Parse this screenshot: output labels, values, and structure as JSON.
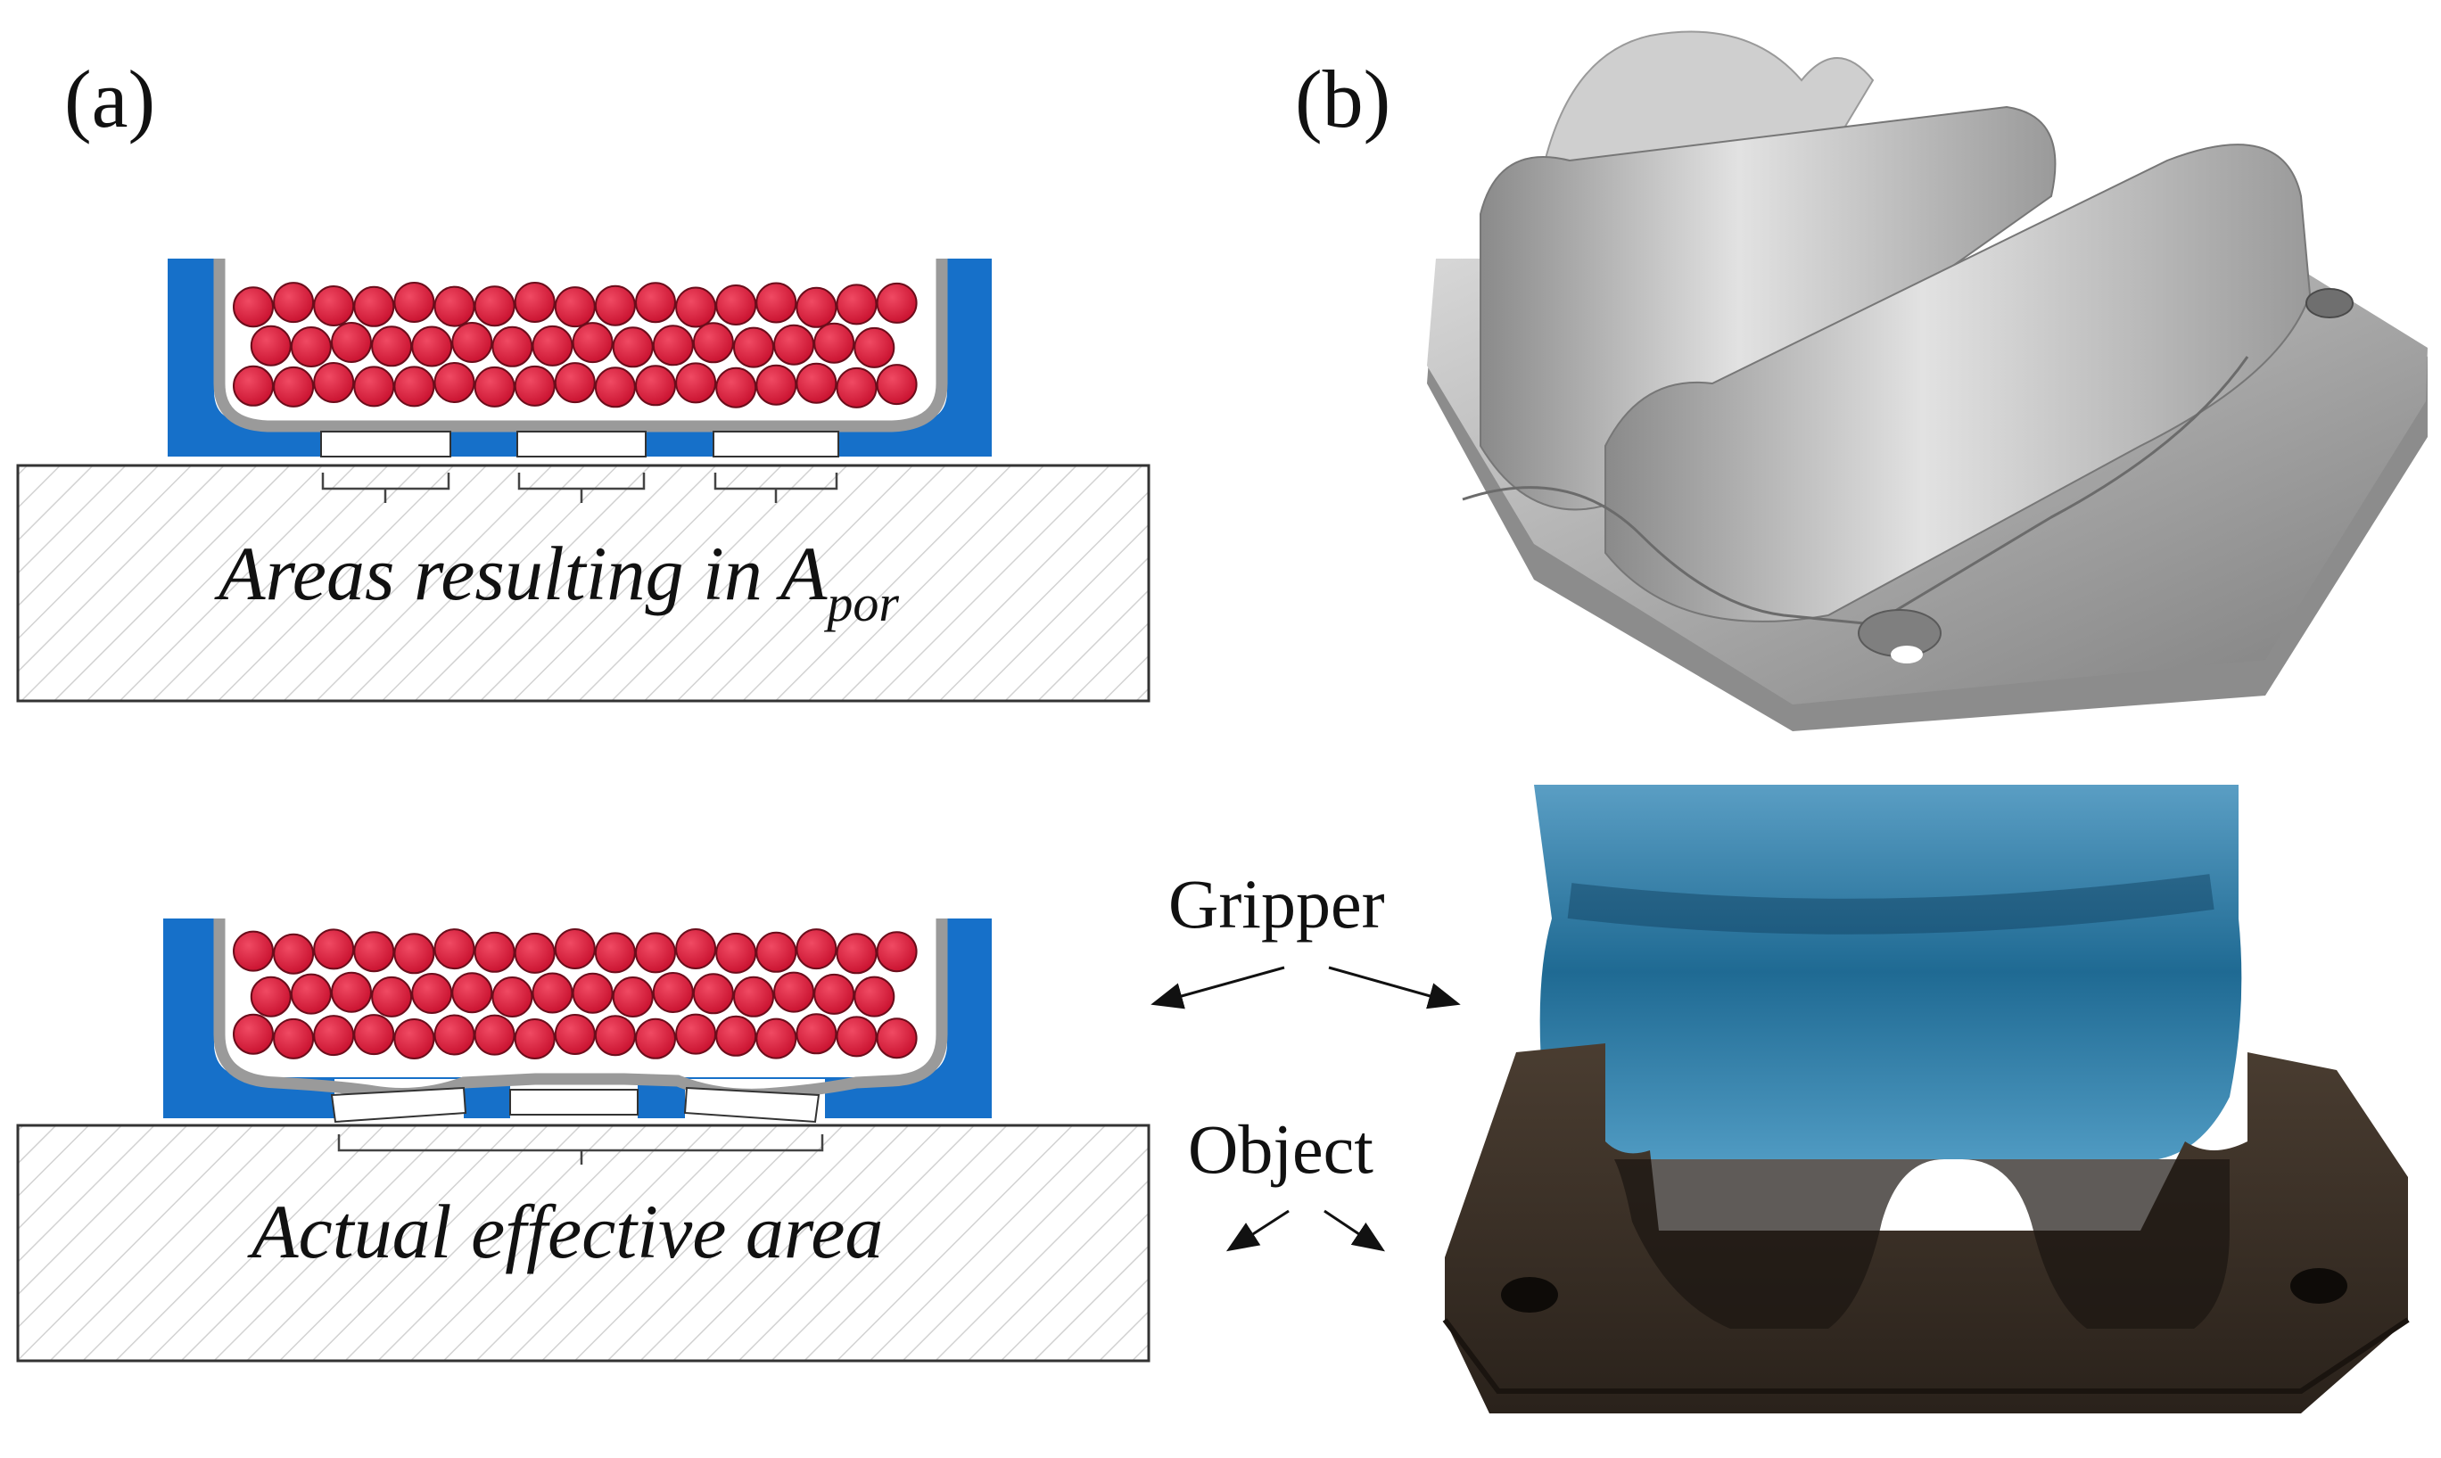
{
  "panels": {
    "a": {
      "label": "(a)",
      "top_caption": {
        "main": "Areas resulting in A",
        "subscript": "por"
      },
      "bottom_caption": "Actual effective area"
    },
    "b": {
      "label": "(b)",
      "gripper_label": "Gripper",
      "object_label": "Object"
    }
  },
  "colors": {
    "shell": "#1670c9",
    "particle": "#d81b3c",
    "membrane": "#9a9a9a",
    "substrate_hatch": "#d6d6d6",
    "cad_grey": "#a8a8a8",
    "gripper_blue": "#2f7fa8",
    "printed_object": "#3b3128"
  }
}
